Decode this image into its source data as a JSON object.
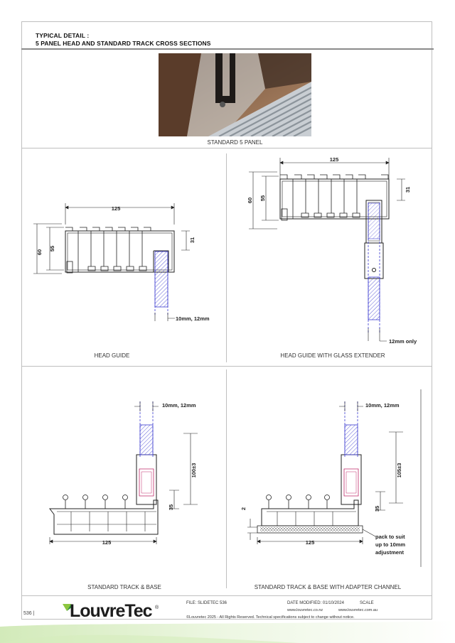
{
  "header": {
    "title_line1": "TYPICAL DETAIL :",
    "title_line2": "5 PANEL HEAD AND STANDARD TRACK CROSS SECTIONS"
  },
  "photo": {
    "caption": "STANDARD 5 PANEL"
  },
  "details": {
    "head_guide": {
      "caption": "HEAD GUIDE",
      "dim_width": "125",
      "dim_height": "60",
      "dim_inner": "55",
      "dim_depth": "31",
      "glass_note": "10mm, 12mm"
    },
    "head_guide_extender": {
      "caption": "HEAD GUIDE WITH GLASS EXTENDER",
      "dim_width": "125",
      "dim_height": "60",
      "dim_inner": "55",
      "dim_depth": "31",
      "glass_note": "12mm only"
    },
    "standard_track": {
      "caption": "STANDARD TRACK & BASE",
      "dim_width": "125",
      "dim_height": "35",
      "dim_glass": "100±3",
      "glass_note": "10mm, 12mm"
    },
    "track_adapter": {
      "caption": "STANDARD TRACK & BASE WITH ADAPTER CHANNEL",
      "dim_width": "125",
      "dim_height": "35",
      "dim_glass": "105±3",
      "dim_offset": "2",
      "glass_note": "10mm, 12mm",
      "pack_note_1": "pack to suit",
      "pack_note_2": "up to 10mm",
      "pack_note_3": "adjustment"
    }
  },
  "footer": {
    "file": "FILE: SLIDETEC 536",
    "date": "DATE MODIFIED: 01/10/2024",
    "scale": "SCALE",
    "web_nz": "www.louvretec.co.nz",
    "web_au": "www.louvretec.com.au",
    "copyright": "©Louvretec 2025 - All Rights Reserved. Technical specifications subject to change without notice.",
    "page": "536",
    "brand": "LouvreTec"
  }
}
